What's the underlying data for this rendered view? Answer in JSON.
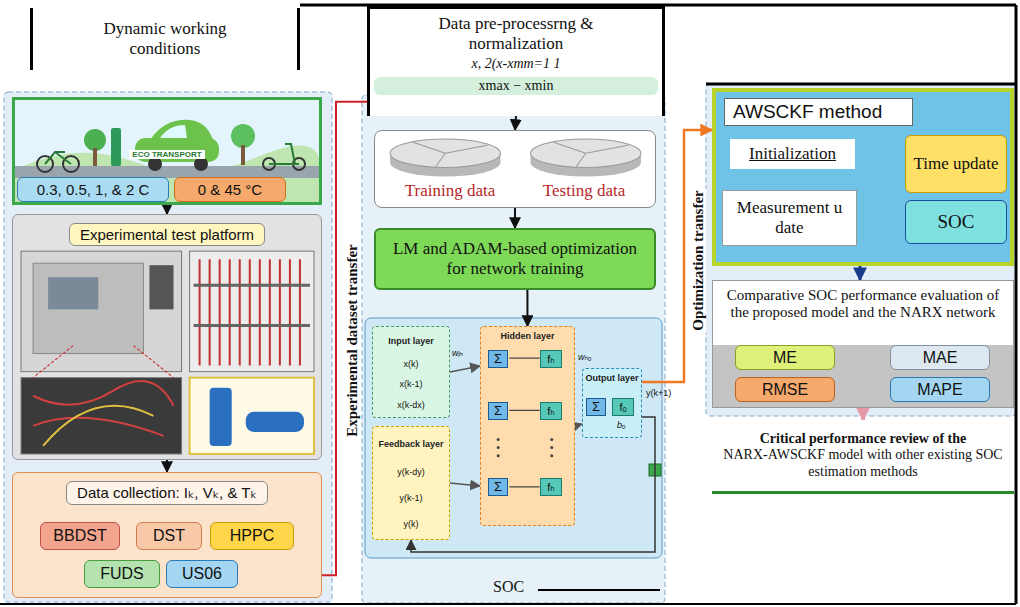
{
  "diagram": {
    "nodes": [
      {
        "text": [
          "Dynamic working conditions"
        ]
      },
      {
        "text": [
          "ECO TRANSPORT"
        ]
      },
      {
        "text": [
          "0.3, 0.5, 1, & 2 C"
        ],
        "in": 1
      },
      {
        "text": [
          "0 & 45 °C"
        ],
        "in": 1
      },
      {
        "text": [
          "Experimental test platform"
        ]
      },
      {
        "text": [
          "Data collection: Iₖ, Vₖ, & Tₖ"
        ]
      },
      {
        "text": [
          "BBDST"
        ],
        "in": 5
      },
      {
        "text": [
          "DST"
        ],
        "in": 5
      },
      {
        "text": [
          "HPPC"
        ],
        "in": 5
      },
      {
        "text": [
          "FUDS"
        ],
        "in": 5
      },
      {
        "text": [
          "US06"
        ],
        "in": 5
      },
      {
        "text": [
          "Data pre-processrng & normalization",
          "x, 2(x-xmm=1 1",
          "xmax − xmin"
        ]
      },
      {
        "text": [
          "Training data",
          "Testing data"
        ]
      },
      {
        "text": [
          "LM and ADAM-based optimization for network training"
        ]
      },
      {
        "text": [
          "Input layer",
          "x(k)",
          "x(k-1)",
          "x(k-dx)"
        ]
      },
      {
        "text": [
          "Feedback layer",
          "y(k-dy)",
          "y(k-1)",
          "y(k)"
        ]
      },
      {
        "text": [
          "Hidden layer"
        ]
      },
      {
        "text": [
          "Output layer"
        ]
      },
      {
        "text": [
          "AWSCKF method"
        ]
      },
      {
        "text": [
          "Initialization"
        ],
        "in": 18
      },
      {
        "text": [
          "Time update"
        ],
        "in": 18
      },
      {
        "text": [
          "Measurement u date"
        ],
        "in": 18
      },
      {
        "text": [
          "SOC"
        ],
        "in": 18
      },
      {
        "text": [
          "Comparative SOC performance evaluation of the proposed model and the NARX network"
        ]
      },
      {
        "text": [
          "ME"
        ],
        "in": 23
      },
      {
        "text": [
          "MAE"
        ],
        "in": 23
      },
      {
        "text": [
          "RMSE"
        ],
        "in": 23
      },
      {
        "text": [
          "MAPE"
        ],
        "in": 23
      },
      {
        "text": [
          "Critical performance review of the",
          "NARX-AWSCKF model with other existing SOC estimation methods"
        ]
      }
    ],
    "edges": [
      {
        "from": 1,
        "to": 4,
        "arrow": "to"
      },
      {
        "from": 4,
        "to": 5,
        "arrow": "to"
      },
      {
        "from": 5,
        "to": 11,
        "arrow": "none",
        "label": "Experimental dataset transfer"
      },
      {
        "from": 11,
        "to": 12,
        "arrow": "to"
      },
      {
        "from": 12,
        "to": 13,
        "arrow": "to"
      },
      {
        "from": 13,
        "to": 16,
        "arrow": "to"
      },
      {
        "from": 14,
        "to": 16,
        "arrow": "to"
      },
      {
        "from": 15,
        "to": 16,
        "arrow": "to"
      },
      {
        "from": 16,
        "to": 17,
        "arrow": "to"
      },
      {
        "from": 17,
        "to": 15,
        "arrow": "to"
      },
      {
        "from": 17,
        "to": 18,
        "arrow": "to",
        "label": "Optimization transfer"
      },
      {
        "from": 19,
        "to": 20,
        "arrow": "to"
      },
      {
        "from": 21,
        "to": 20,
        "arrow": "both"
      },
      {
        "from": 21,
        "to": 22,
        "arrow": "to"
      },
      {
        "from": 18,
        "to": 23,
        "arrow": "to"
      },
      {
        "from": 23,
        "to": 28,
        "arrow": "to"
      }
    ],
    "labels": [
      "wᵢₕ",
      "wₕₒ",
      "Σ",
      "fₕ",
      "Σ",
      "fₕ",
      "Σ",
      "fₕ",
      "Σ",
      "fₒ",
      "bₒ",
      "y(k+1)",
      "SOC"
    ]
  }
}
